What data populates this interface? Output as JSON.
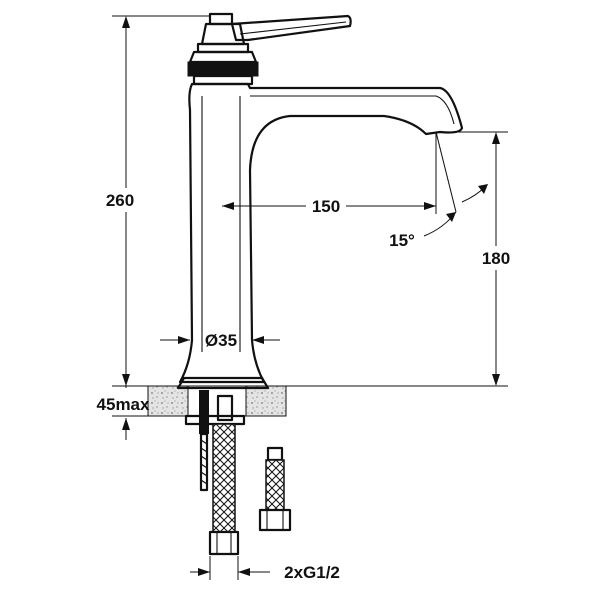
{
  "dimensions": {
    "overall_height": "260",
    "spout_reach": "150",
    "spout_angle": "15°",
    "spout_height": "180",
    "body_diameter": "Ø35",
    "max_counter_thickness": "45max",
    "connection": "2xG1/2"
  },
  "colors": {
    "line": "#111111",
    "background": "#ffffff",
    "countertop_hatch": "#b5b5b5"
  }
}
